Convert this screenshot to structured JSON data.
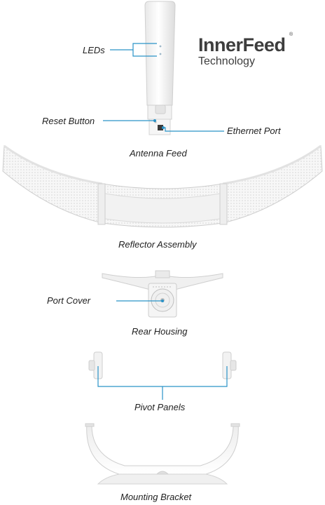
{
  "brand": {
    "name": "InnerFeed",
    "registered_mark": "®",
    "subtitle": "Technology"
  },
  "labels": {
    "leds": "LEDs",
    "reset_button": "Reset Button",
    "ethernet_port": "Ethernet Port",
    "antenna_feed": "Antenna Feed",
    "reflector_assembly": "Reflector Assembly",
    "port_cover": "Port Cover",
    "rear_housing": "Rear Housing",
    "pivot_panels": "Pivot Panels",
    "mounting_bracket": "Mounting Bracket"
  },
  "colors": {
    "callout_line": "#2a93c8",
    "part_fill": "#f4f4f4",
    "part_edge": "#c9c9c9",
    "text": "#1f1f1f"
  }
}
